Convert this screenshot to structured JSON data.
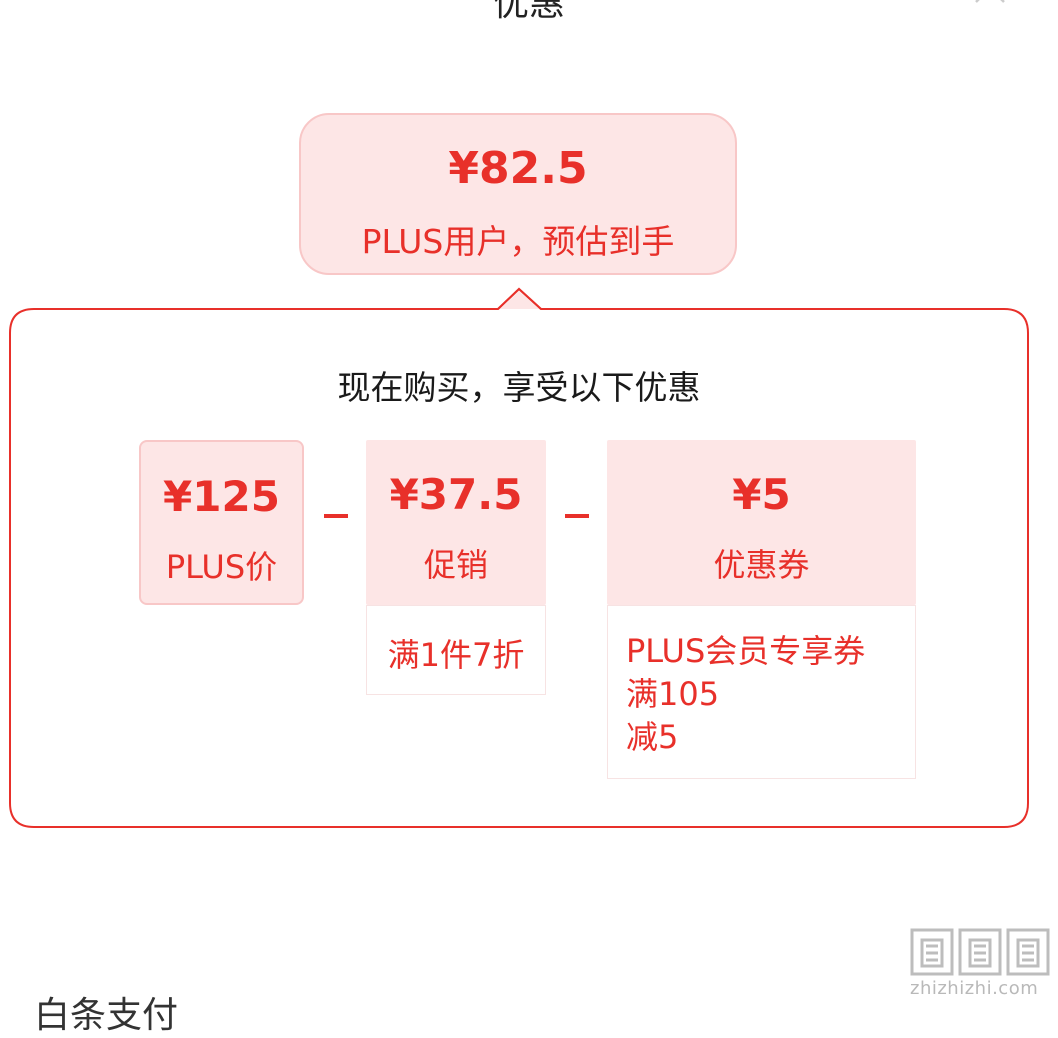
{
  "header": {
    "title": "优惠",
    "close_icon": "close-icon"
  },
  "final_price": {
    "amount": "¥82.5",
    "label": "PLUS用户，预估到手"
  },
  "breakdown": {
    "title": "现在购买，享受以下优惠",
    "minus_symbol": "−",
    "items": [
      {
        "amount": "¥125",
        "label": "PLUS价"
      },
      {
        "amount": "¥37.5",
        "label": "促销",
        "details": [
          "满1件7折"
        ]
      },
      {
        "amount": "¥5",
        "label": "优惠券",
        "details": [
          "PLUS会员专享券",
          "满105",
          "减5"
        ]
      }
    ]
  },
  "bottom": {
    "label": "白条支付"
  },
  "watermark": {
    "logo": "值值值",
    "text": "zhizhizhi.com"
  },
  "colors": {
    "accent": "#e8302a",
    "card_bg": "#fde6e6",
    "card_border": "#f8c7c7"
  }
}
